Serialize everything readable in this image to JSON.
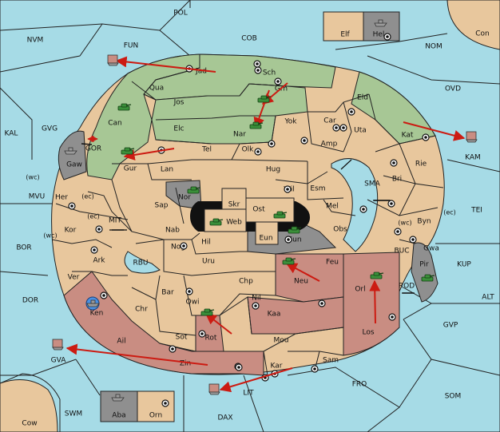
{
  "colors": {
    "sea": "#a6dbe6",
    "neutral": "#e8c79d",
    "green_power": "#a7c795",
    "red_power": "#c98d82",
    "impassable": "#8f8f8f",
    "move_arrow": "#cc1b12"
  },
  "sea_provinces": [
    "POL",
    "COB",
    "NVM",
    "FUN",
    "NOM",
    "Con",
    "OVD",
    "KAL",
    "GVG",
    "GOR",
    "KAM",
    "SMA",
    "MVU",
    "MIT",
    "TEI",
    "BOR",
    "RBU",
    "BUC",
    "KUP",
    "DOR",
    "ROD",
    "ALT",
    "GVP",
    "GVA",
    "FRO",
    "SOM",
    "LIT",
    "SWM",
    "DAX",
    "Cow"
  ],
  "land_provinces": [
    "Elf",
    "Hel",
    "Jad",
    "Sch",
    "Qua",
    "Jos",
    "Grh",
    "Eld",
    "Can",
    "Elc",
    "Nar",
    "Yok",
    "Car",
    "Uta",
    "Kat",
    "Gaw",
    "Tel",
    "Olk",
    "Amp",
    "Gur",
    "Lan",
    "Hug",
    "Rie",
    "Wil",
    "Esm",
    "Bri",
    "Her",
    "Nor",
    "Skr",
    "Ost",
    "Sap",
    "Web",
    "Mel",
    "Kor",
    "Byn",
    "Nab",
    "Eun",
    "Sun",
    "Obs",
    "Ark",
    "Hil",
    "Gwa",
    "Nog",
    "Uru",
    "Feu",
    "Pir",
    "Ver",
    "Chp",
    "Neu",
    "Bar",
    "Qwi",
    "Orl",
    "Ken",
    "Nil",
    "Chr",
    "Kaa",
    "Rot",
    "Sot",
    "Ail",
    "Los",
    "Mou",
    "Zin",
    "Sam",
    "Kar",
    "Aba",
    "Orn"
  ],
  "coast_tags": [
    "(wc)",
    "(ec)",
    "(ec)",
    "(wc)",
    "(wc)",
    "(ec)"
  ],
  "units": [
    {
      "type": "fleet",
      "province": "FUN"
    },
    {
      "type": "army",
      "province": "Can"
    },
    {
      "type": "army",
      "province": "Grh"
    },
    {
      "type": "army",
      "province": "Nar"
    },
    {
      "type": "army",
      "province": "Gur"
    },
    {
      "type": "fleet",
      "province": "Gaw"
    },
    {
      "type": "army",
      "province": "Nor"
    },
    {
      "type": "army",
      "province": "Web"
    },
    {
      "type": "army",
      "province": "Ost"
    },
    {
      "type": "army",
      "province": "Sun"
    },
    {
      "type": "army",
      "province": "Neu"
    },
    {
      "type": "army",
      "province": "Orl"
    },
    {
      "type": "army",
      "province": "Pir"
    },
    {
      "type": "army",
      "province": "Rot"
    },
    {
      "type": "fleet",
      "province": "Ken"
    },
    {
      "type": "fleet",
      "province": "Hel"
    },
    {
      "type": "fleet",
      "province": "Aba"
    },
    {
      "type": "fleet",
      "province": "KAM"
    },
    {
      "type": "fleet",
      "province": "GVA"
    },
    {
      "type": "fleet",
      "province": "LIT"
    }
  ],
  "moves": [
    {
      "from": "Jad",
      "to": "FUN"
    },
    {
      "from": "Grh",
      "to": "Can"
    },
    {
      "from": "Grh",
      "to": "Nar"
    },
    {
      "from": "Tel",
      "to": "Gur"
    },
    {
      "from": "Kat",
      "to": "KAM"
    },
    {
      "from": "Neu",
      "to": "Feu"
    },
    {
      "from": "Los",
      "to": "Orl"
    },
    {
      "from": "Rot",
      "to": "Qwi"
    },
    {
      "from": "Zin",
      "to": "GVA"
    },
    {
      "from": "Kar",
      "to": "LIT"
    }
  ]
}
